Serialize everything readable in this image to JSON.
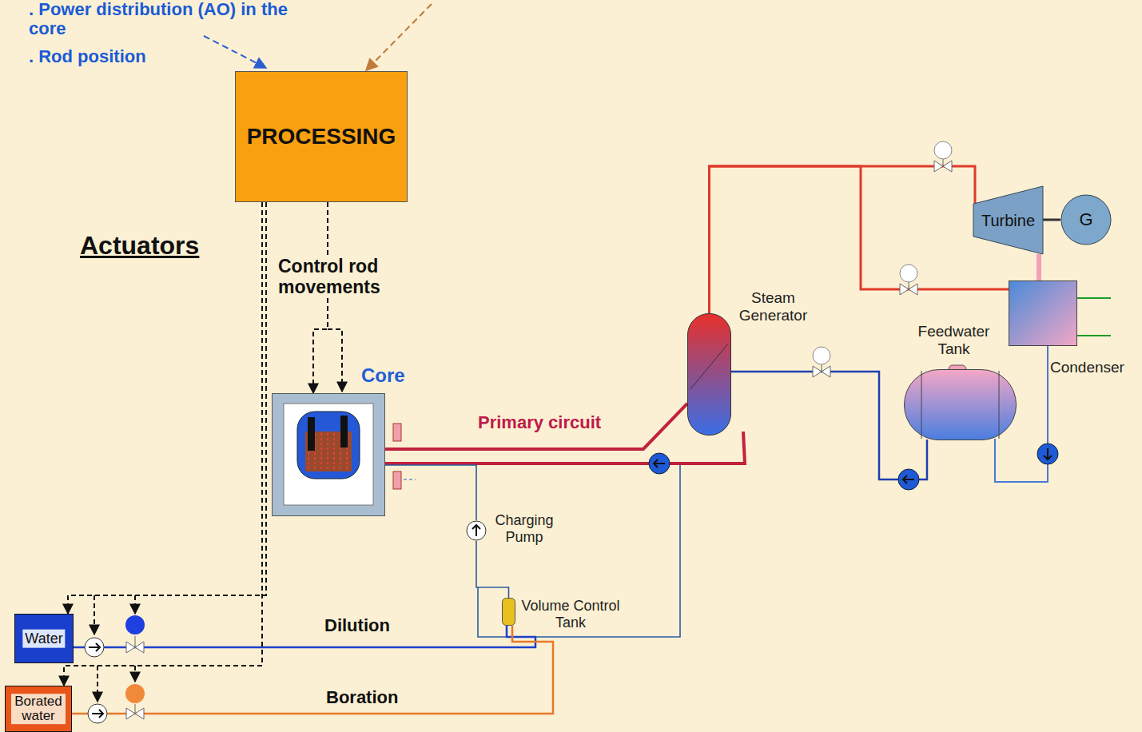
{
  "diagram": {
    "nodes": [
      {
        "text": [
          "PROCESSING"
        ]
      },
      {
        "text": [
          "Core"
        ]
      },
      {
        "text": [
          "Turbine"
        ]
      },
      {
        "text": [
          "G"
        ]
      },
      {
        "text": [
          "Steam Generator"
        ]
      },
      {
        "text": [
          "Condenser"
        ]
      },
      {
        "text": [
          "Feedwater Tank"
        ]
      },
      {
        "text": [
          "Charging Pump"
        ]
      },
      {
        "text": [
          "Volume Control Tank"
        ]
      },
      {
        "text": [
          "Water"
        ]
      },
      {
        "text": [
          "Borated water"
        ]
      }
    ],
    "edges": [
      {
        "from": 0,
        "to": 1,
        "label": "Control rod movements",
        "arrow": "to"
      },
      {
        "from": 1,
        "to": 4,
        "label": "Primary circuit",
        "arrow": "none"
      },
      {
        "from": 4,
        "to": 2,
        "arrow": "none"
      },
      {
        "from": 2,
        "to": 3,
        "arrow": "none"
      },
      {
        "from": 2,
        "to": 5,
        "arrow": "none"
      },
      {
        "from": 4,
        "to": 5,
        "arrow": "none"
      },
      {
        "from": 5,
        "to": 6,
        "arrow": "none"
      },
      {
        "from": 6,
        "to": 4,
        "arrow": "none"
      },
      {
        "from": 9,
        "to": 8,
        "label": "Dilution",
        "arrow": "none"
      },
      {
        "from": 10,
        "to": 8,
        "label": "Boration",
        "arrow": "none"
      },
      {
        "from": 8,
        "to": 7,
        "arrow": "none"
      },
      {
        "from": 7,
        "to": 1,
        "arrow": "none"
      },
      {
        "from": 0,
        "to": 9,
        "arrow": "to"
      },
      {
        "from": 0,
        "to": 10,
        "arrow": "to"
      }
    ],
    "labels": [
      ". Power distribution (AO) in the core",
      ". Rod position",
      "Actuators"
    ]
  }
}
